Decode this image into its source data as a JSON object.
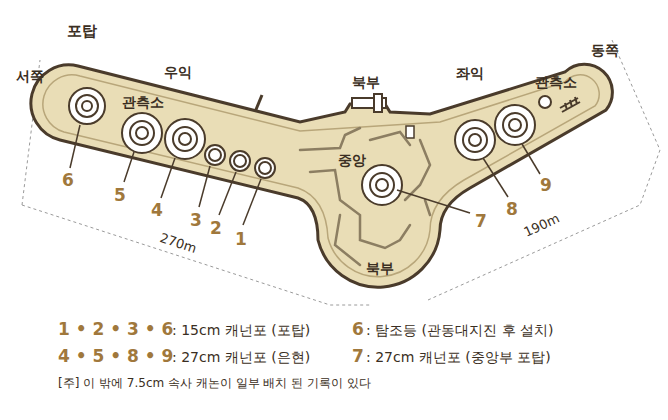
{
  "diagram": {
    "labels": [
      "포탑",
      "서쪽",
      "우익",
      "관측소",
      "북부",
      "좌익",
      "동쪽",
      "관측소",
      "중앙",
      "6",
      "5",
      "4",
      "3",
      "2",
      "1",
      "7",
      "8",
      "9",
      "270m",
      "190m",
      "북부",
      "1 • 2 • 3 • 6",
      ": 15cm 캐넌포 (포탑)",
      "4 • 5 • 8 • 9",
      ": 27cm 캐넌포 (은현)",
      "6",
      ": 탐조등 (관동대지진 후 설치)",
      "7",
      ": 27cm 캐넌포 (중앙부 포탑)",
      "[주] 이 밖에 7.5cm 속사 캐논이 일부 배치 된 기록이 있다"
    ]
  }
}
